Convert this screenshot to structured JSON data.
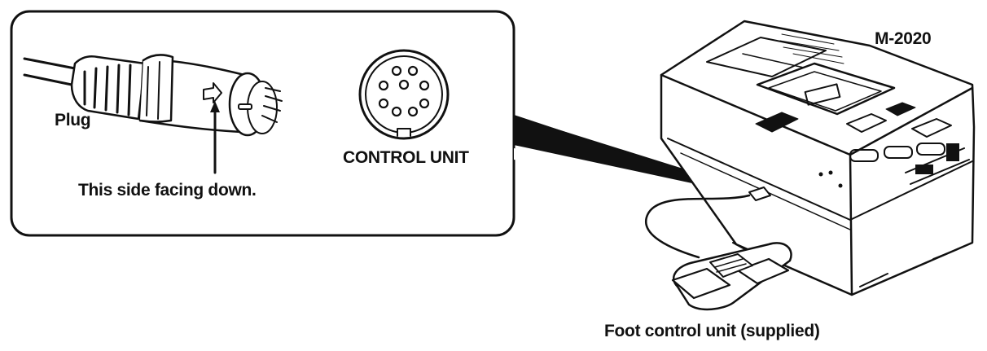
{
  "labels": {
    "plug": "Plug",
    "facing": "This side facing down.",
    "control_unit": "CONTROL UNIT",
    "model": "M-2020",
    "foot_control": "Foot control unit (supplied)"
  },
  "icons": {
    "plug": "plug-icon",
    "connector": "din-socket-icon",
    "recorder": "transcriber-icon",
    "pedal": "foot-pedal-icon"
  },
  "colors": {
    "ink": "#111111",
    "background": "#ffffff"
  }
}
